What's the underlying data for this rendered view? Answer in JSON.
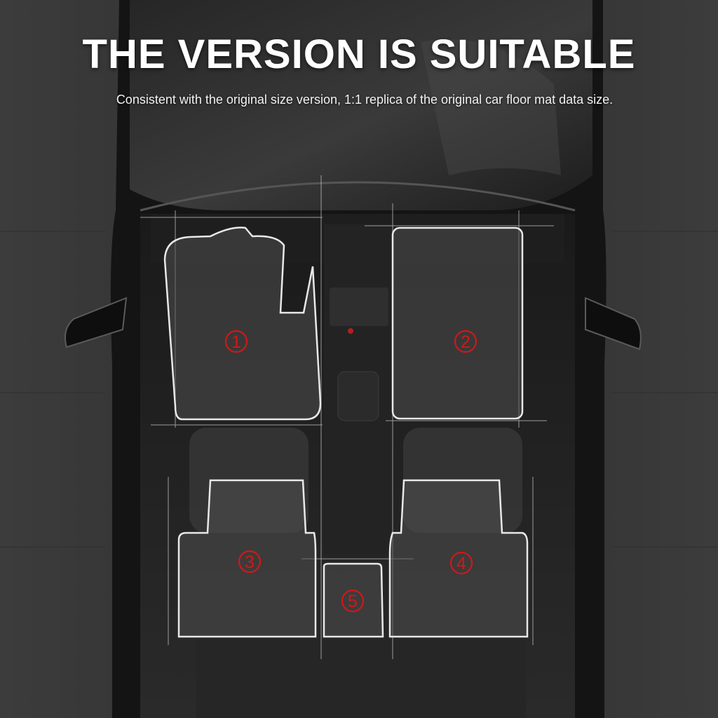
{
  "header": {
    "title": "THE VERSION IS SUITABLE",
    "subtitle": "Consistent with the original size version, 1:1 replica of the original car floor mat data size."
  },
  "mats": [
    {
      "number": "1"
    },
    {
      "number": "2"
    },
    {
      "number": "3"
    },
    {
      "number": "4"
    },
    {
      "number": "5"
    }
  ],
  "colors": {
    "background": "#3a3a3a",
    "car_body": "#141414",
    "mat_outline": "#e8e8e8",
    "number_red": "#d01818",
    "headline_text": "#ffffff"
  }
}
